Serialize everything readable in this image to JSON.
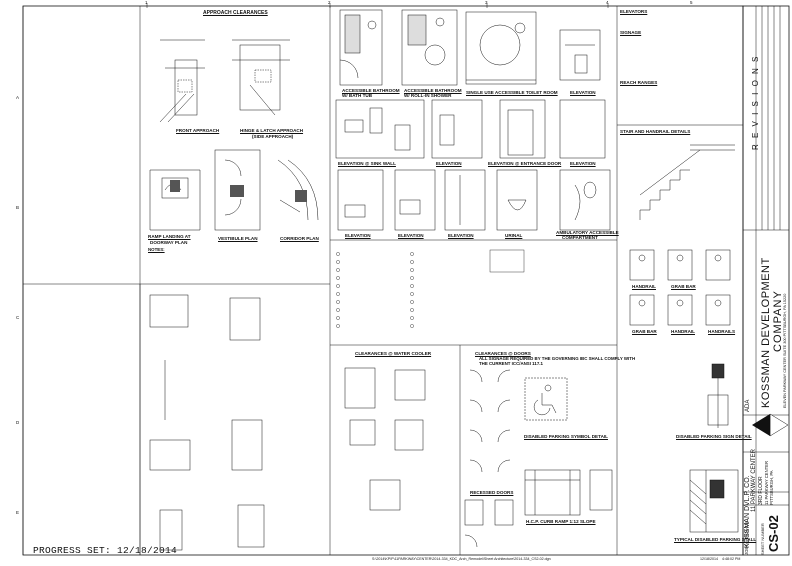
{
  "sheet": {
    "progress_set": "PROGRESS SET: 12/18/2014",
    "file_path": "S:\\2014\\KP\\P\\11PARKWAY\\CENTER\\2014-334_KDC_Arch_Remodel\\Sheet Architecture\\2014-334_CS2-02.dgn",
    "plot_date": "12/18/2014",
    "plot_time": "4:48:02 PM",
    "grid_top": [
      "1",
      "2",
      "3",
      "4",
      "5"
    ],
    "grid_side": [
      "A",
      "B",
      "C",
      "D",
      "E"
    ]
  },
  "details": {
    "approach_clearances": "APPROACH CLEARANCES",
    "front_approach": "FRONT APPROACH",
    "hinge_latch": "HINGE & LATCH APPROACH",
    "hinge_latch_sub": "(SIDE APPROACH)",
    "ramp_landing": "RAMP LANDING AT",
    "ramp_landing_2": "DOORWAY PLAN",
    "vestibule": "VESTIBULE PLAN",
    "corridor": "CORRIDOR PLAN",
    "notes": "NOTES:",
    "bath_tub": "ACCESSIBLE BATHROOM",
    "bath_tub_2": "W/ BATH TUB",
    "bath_shower": "ACCESSIBLE BATHROOM",
    "bath_shower_2": "W/ ROLL-IN SHOWER",
    "single_toilet": "SINGLE USE ACCESSIBLE TOILET ROOM",
    "elevation": "ELEVATION",
    "elev_sink": "ELEVATION @ SINK WALL",
    "elev_entrance": "ELEVATION @ ENTRANCE DOOR",
    "urinal": "URINAL",
    "ambulatory": "AMBULATORY ACCESSIBLE",
    "ambulatory_2": "COMPARTMENT",
    "elevators": "ELEVATORS",
    "signage": "SIGNAGE",
    "reach_ranges": "REACH RANGES",
    "stair_handrail": "STAIR AND HANDRAIL DETAILS",
    "handrail": "HANDRAIL",
    "grab_bar": "GRAB BAR",
    "handrails": "HANDRAILS",
    "water_cooler": "CLEARANCES @ WATER COOLER",
    "clear_doors": "CLEARANCES @ DOORS",
    "recessed_doors": "RECESSED DOORS",
    "curb_ramp": "H.C.P. CURB RAMP 1:12 SLOPE",
    "signage_note": "ALL SIGNAGE REQUIRED BY THE GOVERNING IBC SHALL COMPLY WITH THE CURRENT ICC/ANSI 117.1",
    "parking_symbol": "DISABLED PARKING SYMBOL DETAIL",
    "parking_sign": "DISABLED PARKING SIGN DETAIL",
    "parking_stall": "TYPICAL DISABLED PARKING STALL"
  },
  "title_block": {
    "revisions": "R E V I S I O N S",
    "firm": "KOSSMAN DEVELOPMENT",
    "firm_2": "COMPANY",
    "firm_address": "ELEVEN PARKWAY CENTER   SUITE 300   PITTSBURGH, PA 15220",
    "project_owner": "KOSSMAN DVL.P. CO.",
    "project_name": "11 PARKWAY CENTER",
    "project_floor": "3RD FLOOR",
    "project_addr": "11 PARKWAY CENTER",
    "project_city": "PITTSBURGH, PA",
    "discipline": "ADA",
    "job_no": "JOB no. 2014-334",
    "sheet_label": "SHEET NUMBER",
    "sheet_no": "CS-02"
  }
}
